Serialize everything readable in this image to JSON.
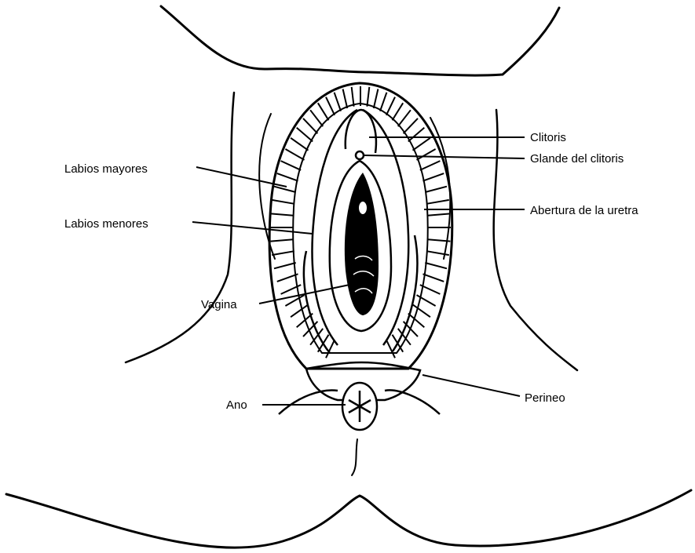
{
  "labels": {
    "clitoris": "Clitoris",
    "glande": "Glande del clitoris",
    "labios_mayores": "Labios mayores",
    "uretra": "Abertura de la uretra",
    "labios_menores": "Labios menores",
    "vagina": "Vagina",
    "perineo": "Perineo",
    "ano": "Ano"
  },
  "colors": {
    "ink": "#000000",
    "paper": "#ffffff"
  }
}
